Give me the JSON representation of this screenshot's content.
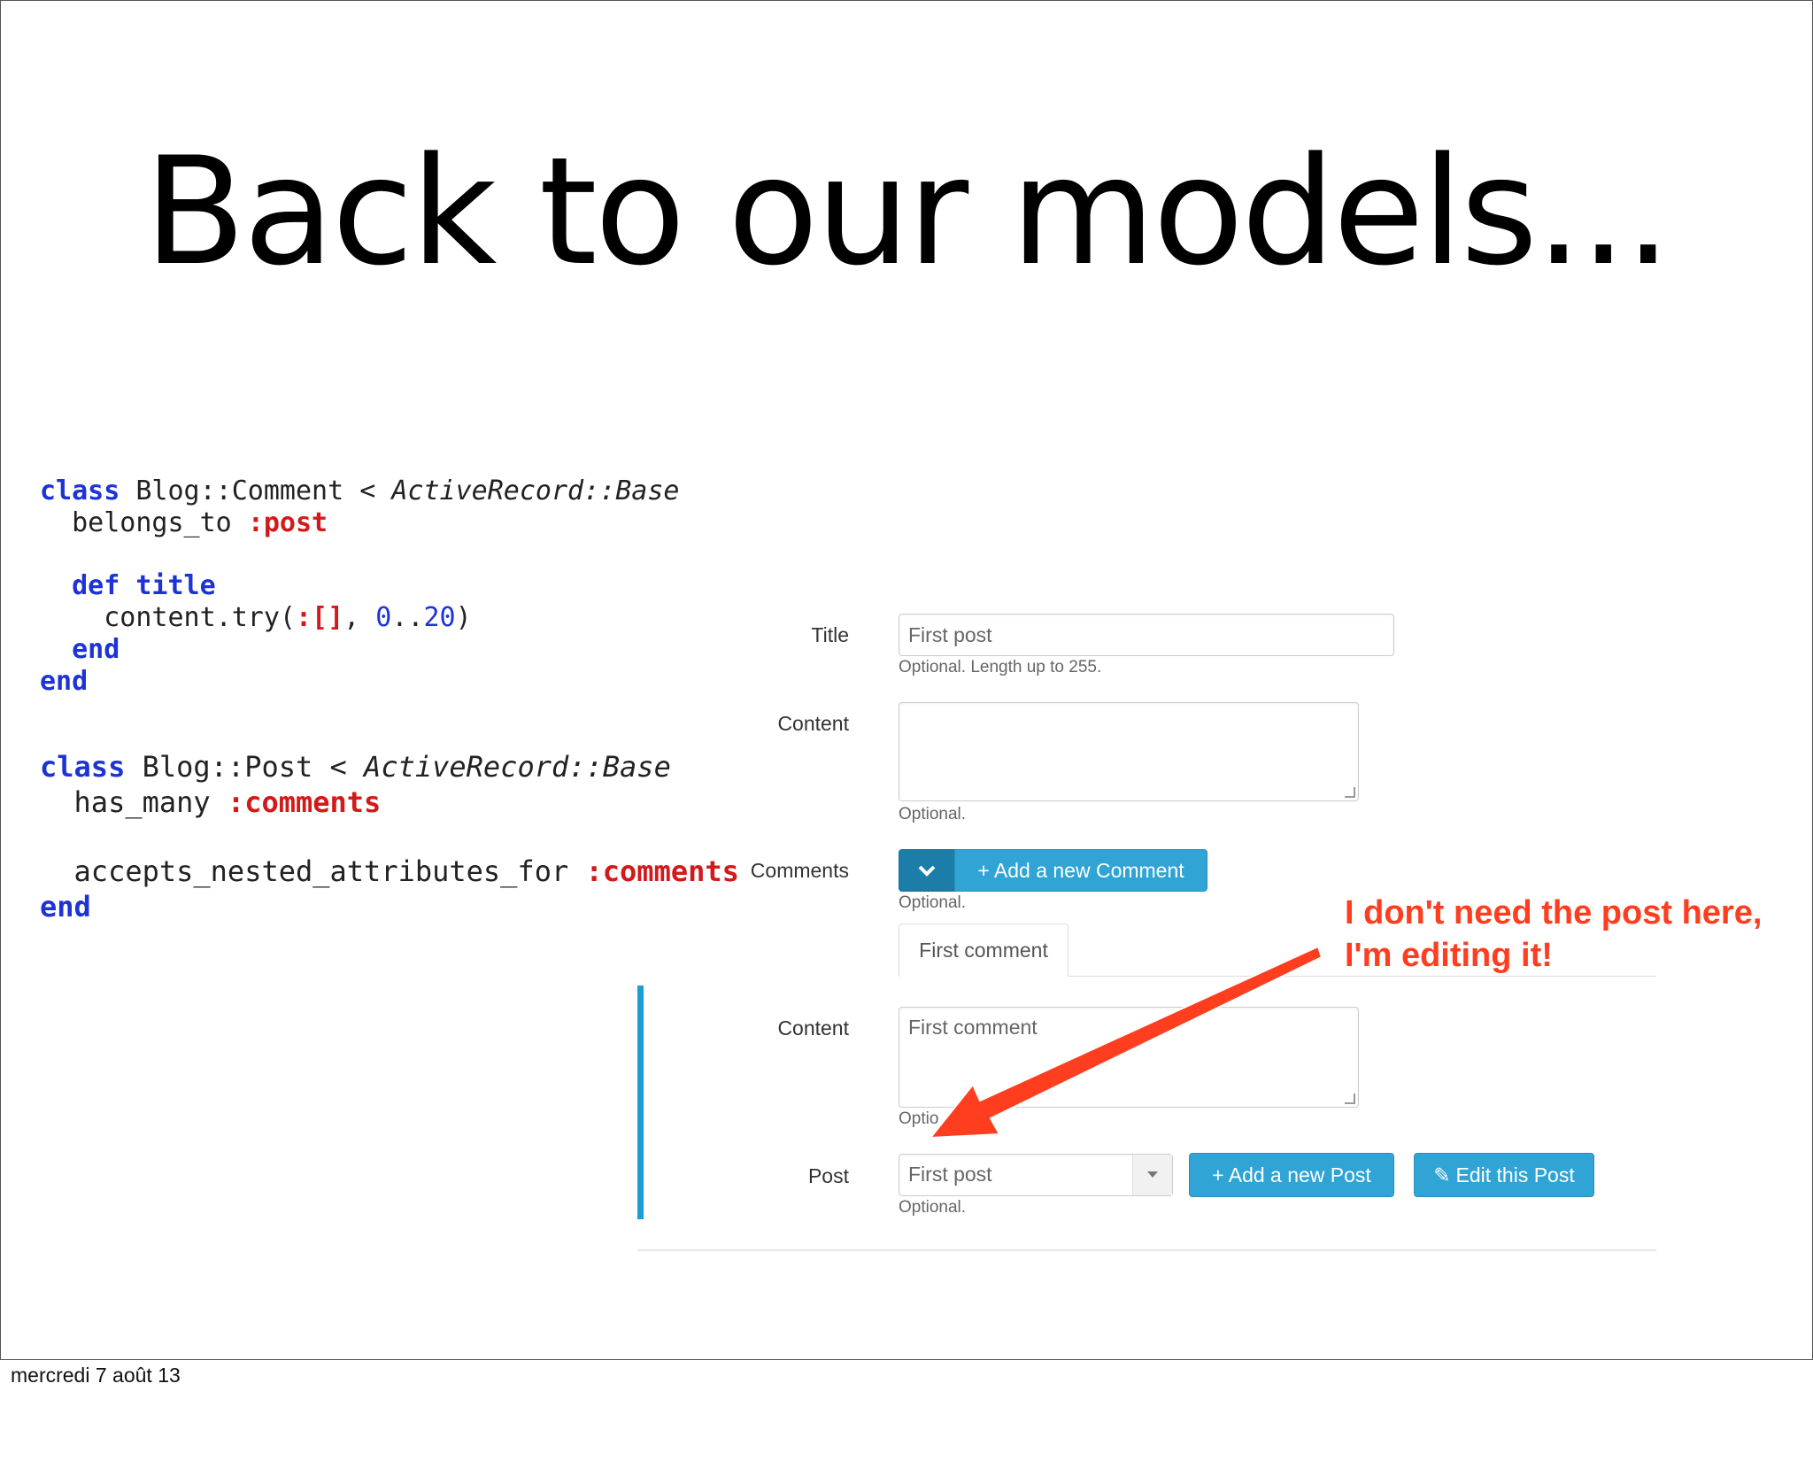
{
  "slide": {
    "title": "Back to our models...",
    "footer": "mercredi 7 août 13"
  },
  "code_comment": {
    "lines": [
      {
        "k1": "class",
        "t1": " Blog::Comment < ",
        "c1": "ActiveRecord::Base"
      },
      {
        "t1": "  belongs_to ",
        "s1": ":post"
      },
      {
        "k1": "  def",
        "k2": " title"
      },
      {
        "t1": "    content.try(",
        "s1": ":[]",
        "t2": ", ",
        "n1": "0",
        "t3": "..",
        "n2": "20",
        "t4": ")"
      },
      {
        "k1": "  end"
      },
      {
        "k1": "end"
      }
    ]
  },
  "code_post": {
    "lines": [
      {
        "k1": "class",
        "t1": " Blog::Post < ",
        "c1": "ActiveRecord::Base"
      },
      {
        "t1": "  has_many ",
        "s1": ":comments"
      },
      {
        "t1": "  accepts_nested_attributes_for ",
        "s1": ":comments"
      },
      {
        "k1": "end"
      }
    ]
  },
  "form": {
    "title": {
      "label": "Title",
      "value": "First post",
      "help": "Optional. Length up to 255."
    },
    "content": {
      "label": "Content",
      "value": "",
      "help": "Optional."
    },
    "comments": {
      "label": "Comments",
      "add_button": "+ Add a new Comment",
      "help": "Optional."
    },
    "comment_tab": "First comment",
    "comment_content": {
      "label": "Content",
      "value": "First comment",
      "help": "Optio"
    },
    "post": {
      "label": "Post",
      "value": "First post",
      "help": "Optional.",
      "add_button": "+ Add a new Post",
      "edit_button": "Edit this Post"
    }
  },
  "annotation": {
    "line1": "I don't need the post here,",
    "line2": "I'm editing it!",
    "color": "#ff3d1f"
  },
  "colors": {
    "button": "#2fa4d5",
    "keyword": "#1d33d6",
    "symbol": "#d31a1a",
    "nested_bar": "#1a9fd4"
  }
}
